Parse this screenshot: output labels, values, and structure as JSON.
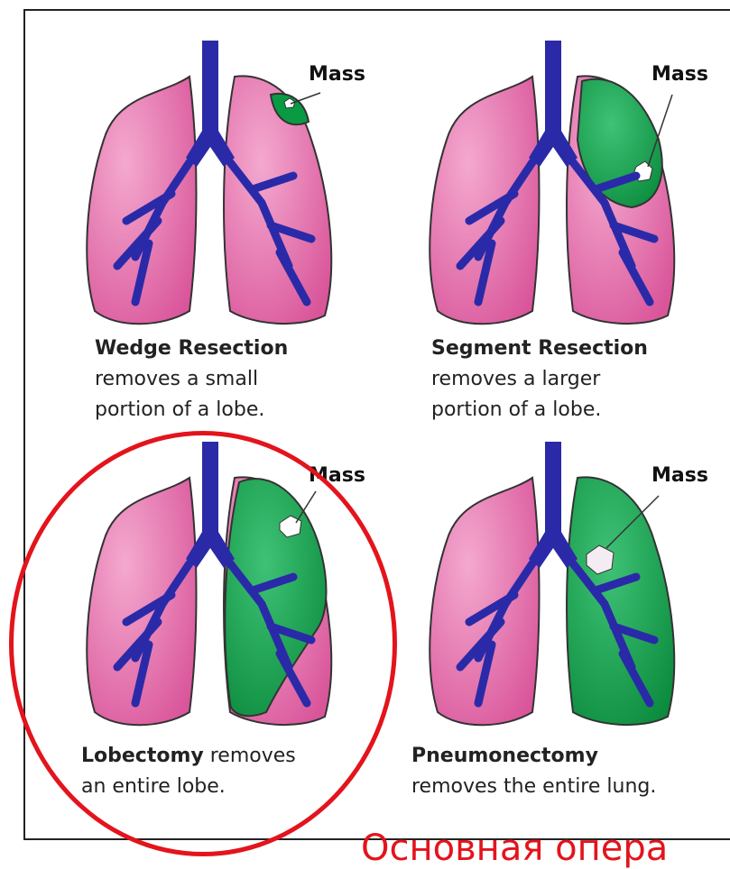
{
  "panels": [
    {
      "mass_label": "Mass",
      "title": "Wedge Resection",
      "desc_line1": "removes a small",
      "desc_line2": "portion of a lobe."
    },
    {
      "mass_label": "Mass",
      "title": "Segment Resection",
      "desc_line1": "removes a larger",
      "desc_line2": "portion of a lobe."
    },
    {
      "mass_label": "Mass",
      "title": "Lobectomy",
      "title_suffix": " removes",
      "desc_line2": "an entire lobe."
    },
    {
      "mass_label": "Mass",
      "title": "Pneumonectomy",
      "desc_line2": "removes the entire lung."
    }
  ],
  "footer_text": "Основная опера",
  "colors": {
    "lung_pink": "#d9559a",
    "resected_green": "#0a9a44",
    "airway_blue": "#2a2aa8",
    "highlight_circle": "#e3141c"
  }
}
